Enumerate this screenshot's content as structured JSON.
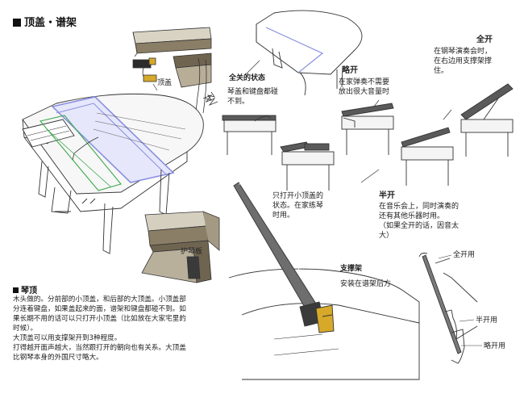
{
  "section_title": "顶盖・谱架",
  "callouts": {
    "top_lid": "顶盖",
    "fallboard": "护琴板",
    "closed_state_title": "全关的状态",
    "closed_state_desc": "琴盖和键盘都碰\n不到。",
    "slightly_open_title": "略开",
    "slightly_open_desc": "在家弹奏不需要\n放出很大音量时",
    "fully_open_title": "全开",
    "fully_open_desc": "在钢琴演奏会时，\n在右边用支撑架撑\n住。",
    "small_lid_desc": "只打开小顶盖的\n状态。在家练琴\n时用。",
    "half_open_title": "半开",
    "half_open_desc": "在音乐会上，同时演奏的\n还有其他乐器时用。\n（如果全开的话，因音太\n大）",
    "prop_title": "支撑架",
    "prop_desc": "安装在谱架后方",
    "prop_full": "全开用",
    "prop_half": "半开用",
    "prop_slight": "略开用"
  },
  "lid_section": {
    "title": "琴顶",
    "body": "木头做的。分前部的小顶盖，和后部的大顶盖。小顶盖部\n分连着键盘，如果盖起来的面，谱架和键盘都碰不到。如\n果长期不用的话可以只打开小顶盖（比如放在大家宅里的\n时候）。\n大顶盖可以用支撑架开到3种程度。\n打得越开面声越大，当然跟打开的朝向也有关系。大顶盖\n比钢琴本身的外国尺寸略大。"
  },
  "colors": {
    "ink": "#222222",
    "lid_highlight": "#8a8fe0",
    "music_stand_highlight": "#3aa84a",
    "hinge_gold": "#d7a92a",
    "wood_shade": "#7a6e5a"
  }
}
